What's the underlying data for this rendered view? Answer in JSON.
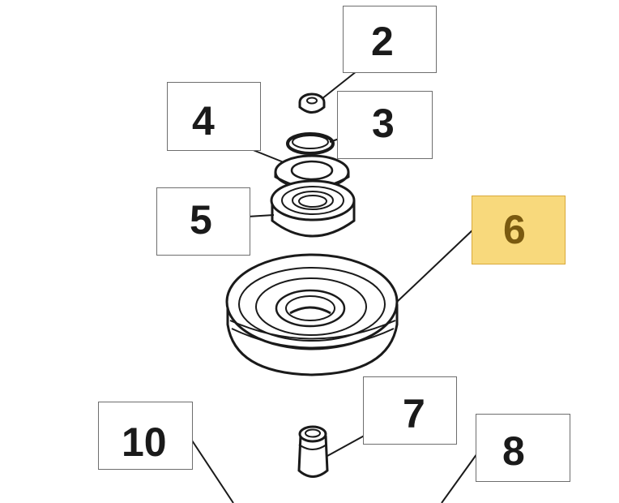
{
  "callouts": [
    {
      "id": "2",
      "text": "2",
      "highlight": false
    },
    {
      "id": "3",
      "text": "3",
      "highlight": false
    },
    {
      "id": "4",
      "text": "4",
      "highlight": false
    },
    {
      "id": "5",
      "text": "5",
      "highlight": false
    },
    {
      "id": "6",
      "text": "6",
      "highlight": true
    },
    {
      "id": "7",
      "text": "7",
      "highlight": false
    },
    {
      "id": "8",
      "text": "8",
      "highlight": false
    },
    {
      "id": "10",
      "text": "10",
      "highlight": false
    }
  ],
  "parts": [
    "nut",
    "washer-ring",
    "flat-washer",
    "bearing",
    "pulley",
    "spacer-bushing"
  ],
  "colors": {
    "highlight_fill": "#f8d97c",
    "highlight_border": "#d9a93a",
    "line": "#1a1a1a"
  }
}
